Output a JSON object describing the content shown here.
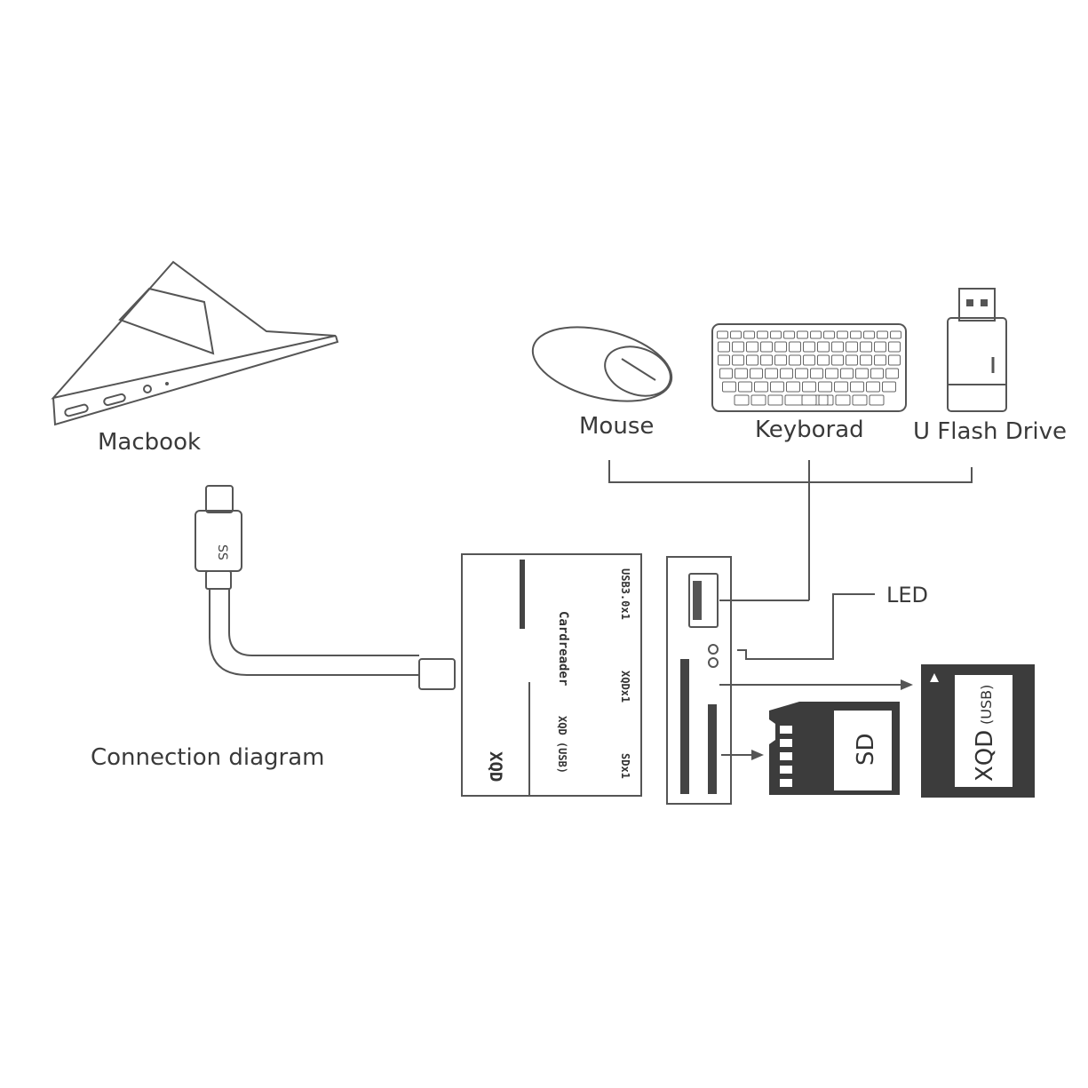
{
  "labels": {
    "macbook": "Macbook",
    "mouse": "Mouse",
    "keyboard": "Keyborad",
    "flash_drive": "U Flash Drive",
    "led": "LED",
    "caption": "Connection diagram"
  },
  "cable": {
    "connector_mark": "SS"
  },
  "hub_top": {
    "brand": "XQD",
    "title": "Cardreader",
    "usb_port": "USB3.0x1",
    "xqd_port": "XQDx1",
    "xqd_usb": "XQD (USB)",
    "sd_port": "SDx1"
  },
  "cards": {
    "sd_label": "SD",
    "xqd_label": "XQD",
    "xqd_sub": "(USB)"
  },
  "colors": {
    "line": "#555555",
    "card_fill": "#3c3c3c",
    "text": "#3a3a3a"
  }
}
